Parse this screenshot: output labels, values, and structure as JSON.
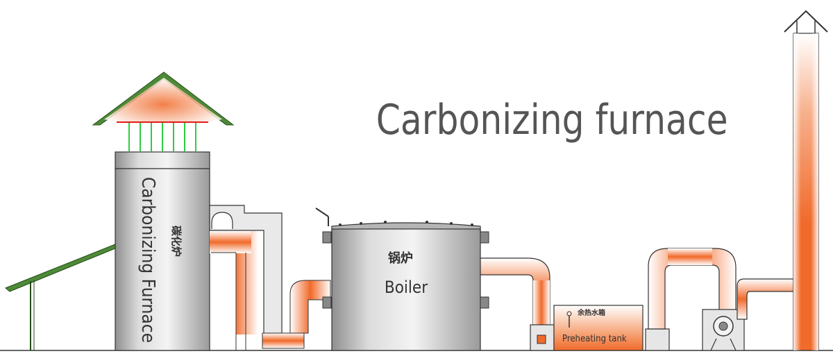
{
  "title": "Carbonizing furnace",
  "furnace": {
    "label_en": "Carbonizing Furnace",
    "label_cn": "碳化炉"
  },
  "boiler": {
    "label_en": "Boiler",
    "label_cn": "锅炉"
  },
  "preheating_tank": {
    "label_en": "Preheating tank",
    "label_cn": "余热水箱"
  },
  "colors": {
    "heat": "#f06a2a",
    "metal": "#c9c9c9",
    "roof": "#3e7a2a",
    "support": "#2ecc40",
    "outline": "#333333"
  },
  "icons": [
    "chimney-cap-icon",
    "fan-icon",
    "gauge-icon"
  ]
}
